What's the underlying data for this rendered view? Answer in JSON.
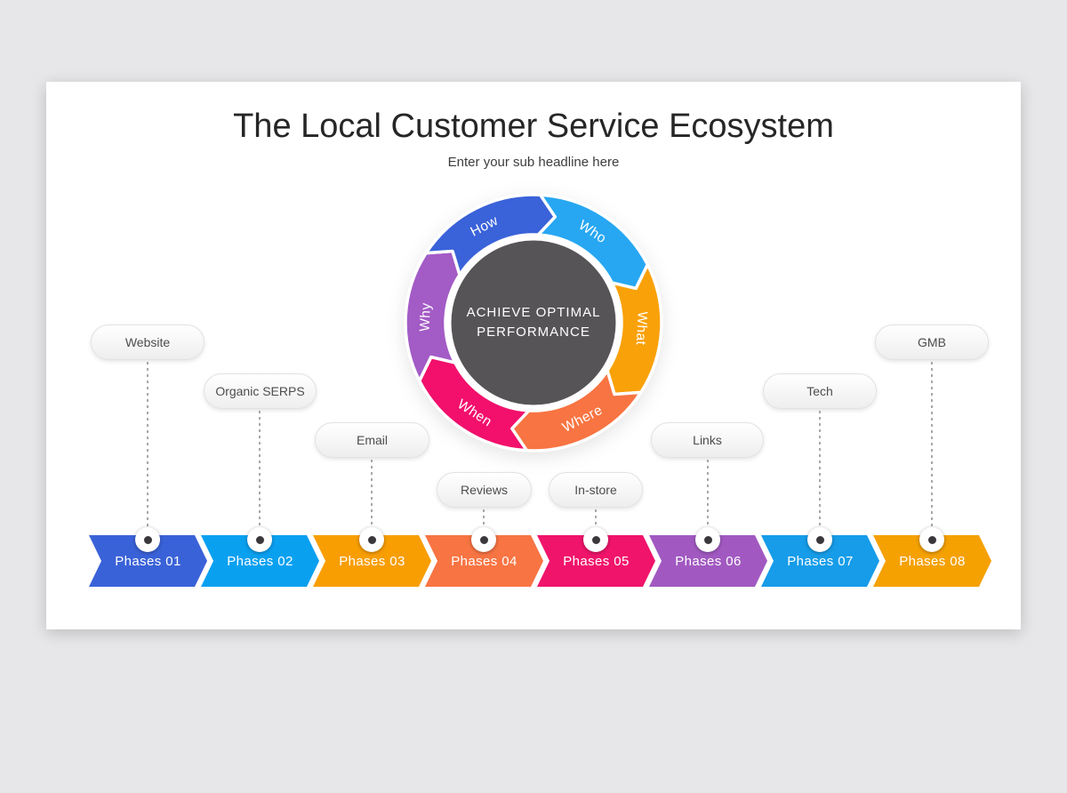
{
  "header": {
    "title": "The Local Customer Service Ecosystem",
    "subtitle": "Enter your sub headline here"
  },
  "ring": {
    "center_label_line1": "ACHIEVE OPTIMAL",
    "center_label_line2": "PERFORMANCE",
    "center_color": "#575457",
    "segments": [
      {
        "label": "Who",
        "color": "#27a7f2"
      },
      {
        "label": "What",
        "color": "#f9a109"
      },
      {
        "label": "Where",
        "color": "#f87442"
      },
      {
        "label": "When",
        "color": "#f2106c"
      },
      {
        "label": "Why",
        "color": "#a35bc6"
      },
      {
        "label": "How",
        "color": "#3a62d9"
      }
    ]
  },
  "pills": [
    {
      "label": "Website"
    },
    {
      "label": "Organic SERPS"
    },
    {
      "label": "Email"
    },
    {
      "label": "Reviews"
    },
    {
      "label": "In-store"
    },
    {
      "label": "Links"
    },
    {
      "label": "Tech"
    },
    {
      "label": "GMB"
    }
  ],
  "phases": [
    {
      "label": "Phases 01",
      "color": "#3a62d8"
    },
    {
      "label": "Phases 02",
      "color": "#0aa0f0"
    },
    {
      "label": "Phases 03",
      "color": "#f89e03"
    },
    {
      "label": "Phases 04",
      "color": "#f87443"
    },
    {
      "label": "Phases 05",
      "color": "#f0146b"
    },
    {
      "label": "Phases 06",
      "color": "#a159c1"
    },
    {
      "label": "Phases 07",
      "color": "#169ce9"
    },
    {
      "label": "Phases 08",
      "color": "#f5a101"
    }
  ]
}
